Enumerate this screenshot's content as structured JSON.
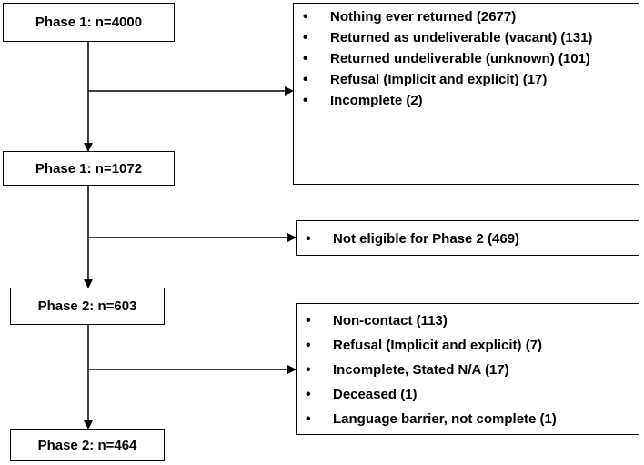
{
  "stages": {
    "s1": "Phase 1: n=4000",
    "s2": "Phase 1: n=1072",
    "s3": "Phase 2: n=603",
    "s4": "Phase 2: n=464"
  },
  "exclusions": {
    "e1": [
      "Nothing ever returned (2677)",
      "Returned as undeliverable (vacant) (131)",
      "Returned undeliverable (unknown) (101)",
      "Refusal (Implicit and explicit) (17)",
      "Incomplete (2)"
    ],
    "e2": [
      "Not eligible for Phase 2 (469)"
    ],
    "e3": [
      "Non-contact (113)",
      "Refusal (Implicit and explicit) (7)",
      "Incomplete, Stated N/A (17)",
      "Deceased (1)",
      "Language barrier, not complete (1)"
    ]
  }
}
